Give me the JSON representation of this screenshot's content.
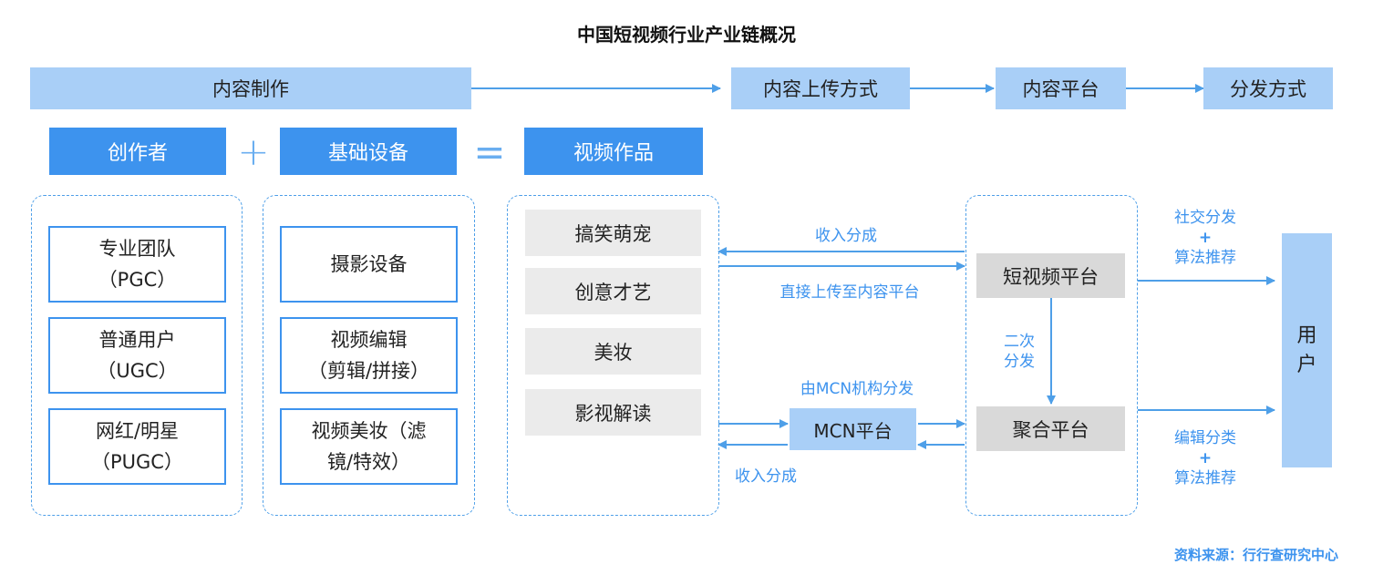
{
  "title": "中国短视频行业产业链概况",
  "stages": {
    "production": "内容制作",
    "upload": "内容上传方式",
    "platform": "内容平台",
    "distribution": "分发方式"
  },
  "equation": {
    "creator": "创作者",
    "plus": "+",
    "equipment": "基础设备",
    "equals": "=",
    "works": "视频作品"
  },
  "creators": [
    {
      "line1": "专业团队",
      "line2": "（PGC）"
    },
    {
      "line1": "普通用户",
      "line2": "（UGC）"
    },
    {
      "line1": "网红/明星",
      "line2": "（PUGC）"
    }
  ],
  "equipment_items": [
    {
      "line1": "摄影设备",
      "line2": ""
    },
    {
      "line1": "视频编辑",
      "line2": "（剪辑/拼接）"
    },
    {
      "line1": "视频美妆（滤",
      "line2": "镜/特效）"
    }
  ],
  "works_items": [
    "搞笑萌宠",
    "创意才艺",
    "美妆",
    "影视解读"
  ],
  "flows": {
    "revenue_share_top": "收入分成",
    "direct_upload": "直接上传至内容平台",
    "via_mcn": "由MCN机构分发",
    "mcn_platform": "MCN平台",
    "revenue_share_bottom": "收入分成",
    "secondary_line1": "二次",
    "secondary_line2": "分发"
  },
  "platforms": {
    "short_video": "短视频平台",
    "aggregate": "聚合平台"
  },
  "distribution_methods": {
    "social": {
      "line1": "社交分发",
      "plus": "+",
      "line2": "算法推荐"
    },
    "editorial": {
      "line1": "编辑分类",
      "plus": "+",
      "line2": "算法推荐"
    }
  },
  "users": {
    "line1": "用",
    "line2": "户"
  },
  "source": "资料来源：行行查研究中心",
  "colors": {
    "primary": "#3d93ee",
    "light": "#a9cff7",
    "gray": "#ebebeb",
    "arrow": "#4e9fe8"
  }
}
